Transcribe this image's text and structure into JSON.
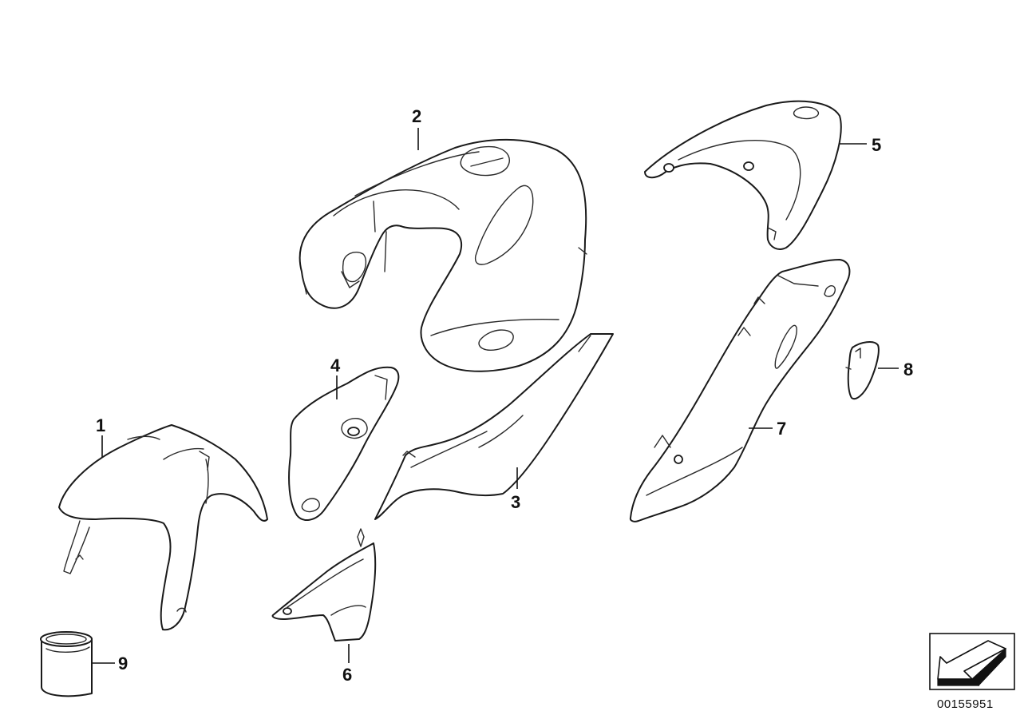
{
  "diagram": {
    "callouts": [
      {
        "id": "1",
        "label": "1"
      },
      {
        "id": "2",
        "label": "2"
      },
      {
        "id": "3",
        "label": "3"
      },
      {
        "id": "4",
        "label": "4"
      },
      {
        "id": "5",
        "label": "5"
      },
      {
        "id": "6",
        "label": "6"
      },
      {
        "id": "7",
        "label": "7"
      },
      {
        "id": "8",
        "label": "8"
      },
      {
        "id": "9",
        "label": "9"
      }
    ],
    "document_number": "00155951",
    "colors": {
      "line": "#1a1a1a",
      "background": "#ffffff",
      "arrow_fill": "#111111"
    }
  }
}
